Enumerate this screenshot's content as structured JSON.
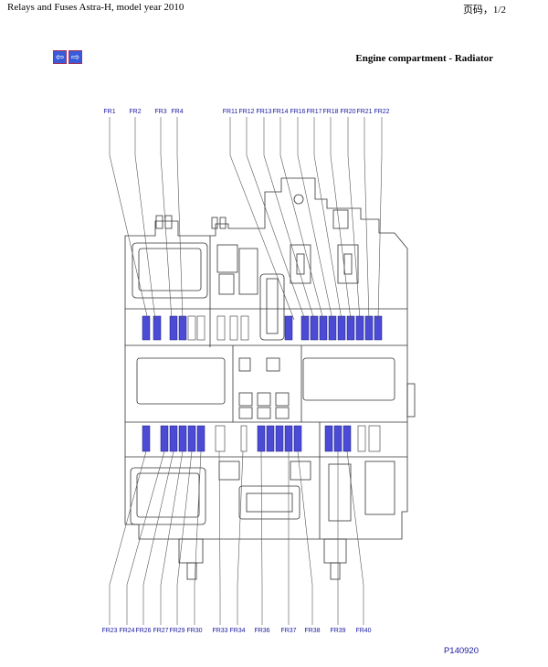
{
  "header": {
    "title": "Relays and Fuses Astra-H, model year 2010",
    "page_info": "页码，1/2"
  },
  "navigation": {
    "back_icon": "arrow-left-icon",
    "forward_icon": "arrow-right-icon",
    "back_glyph": "⇦",
    "forward_glyph": "⇨"
  },
  "section": {
    "title": "Engine compartment - Radiator"
  },
  "diagram": {
    "top_labels": [
      "FR1",
      "FR2",
      "FR3",
      "FR4",
      "FR11",
      "FR12",
      "FR13",
      "FR14",
      "FR16",
      "FR17",
      "FR18",
      "FR20",
      "FR21",
      "FR22"
    ],
    "bottom_labels": [
      "FR23",
      "FR24",
      "FR26",
      "FR27",
      "FR29",
      "FR30",
      "FR33",
      "FR34",
      "FR36",
      "FR37",
      "FR38",
      "FR39",
      "FR40"
    ],
    "picture_id": "P140920",
    "colors": {
      "fuse": "#4b4bd6",
      "label": "#1a1aa0",
      "outline": "#333333"
    }
  }
}
